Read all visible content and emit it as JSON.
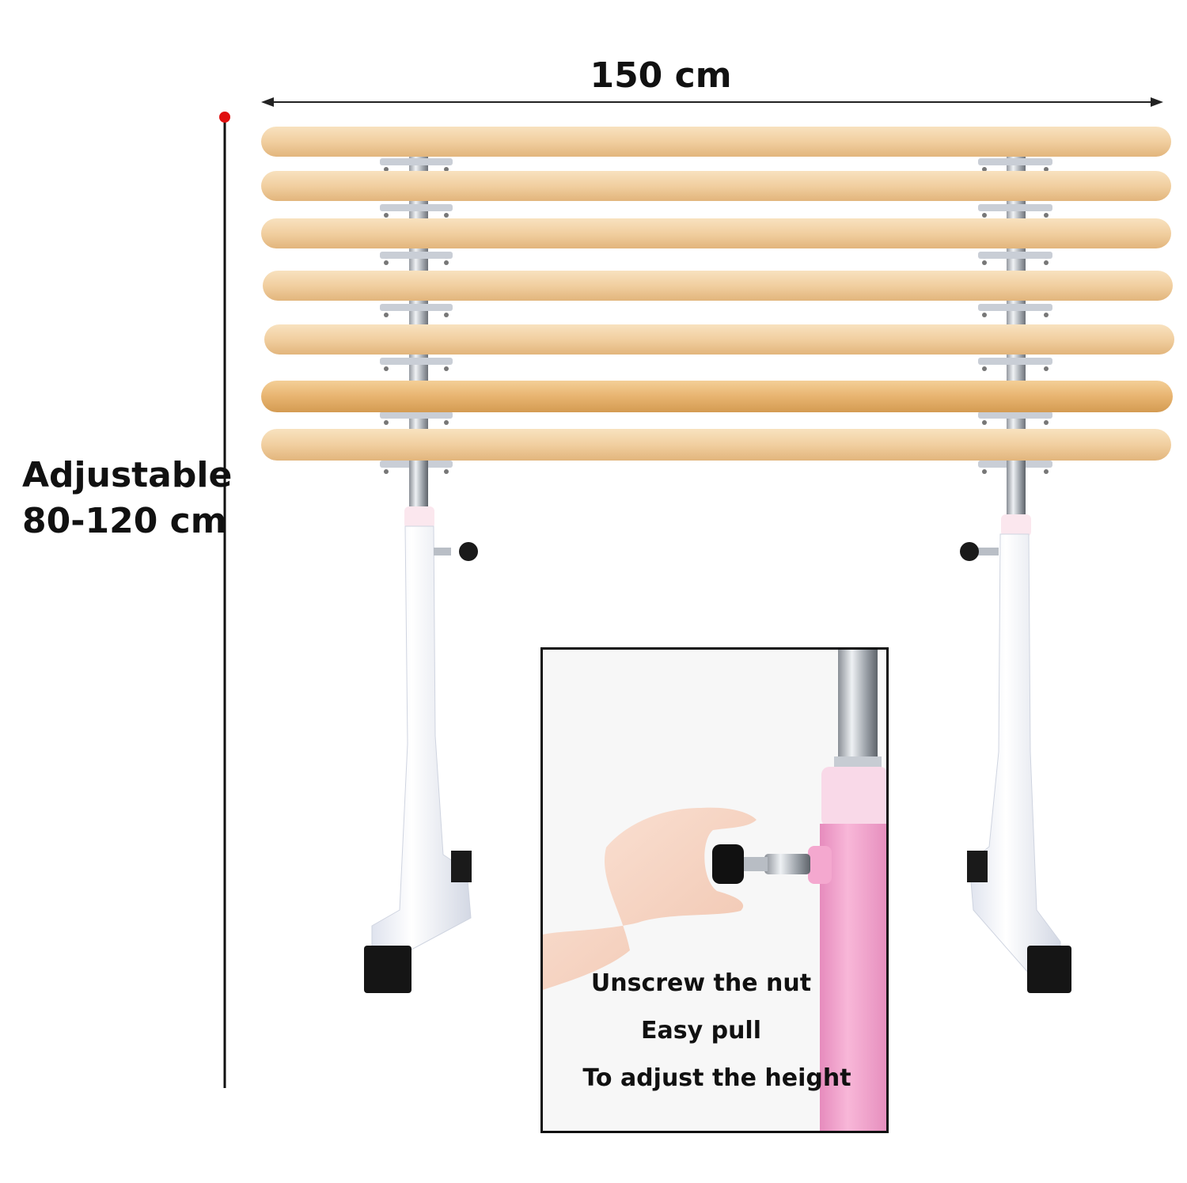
{
  "dimensions": {
    "width_label": "150 cm",
    "height_label_line1": "Adjustable",
    "height_label_line2": "80-120 cm"
  },
  "inset": {
    "line1": "Unscrew the nut",
    "line2": "Easy pull",
    "line3": "To adjust the height"
  },
  "colors": {
    "wood": "#f0cf9f",
    "rail_highlight": "#e7b470",
    "frame": "#f4f6fb",
    "foot": "#151515",
    "pink_pole": "#f4a8cf",
    "marker": "#e01010"
  }
}
